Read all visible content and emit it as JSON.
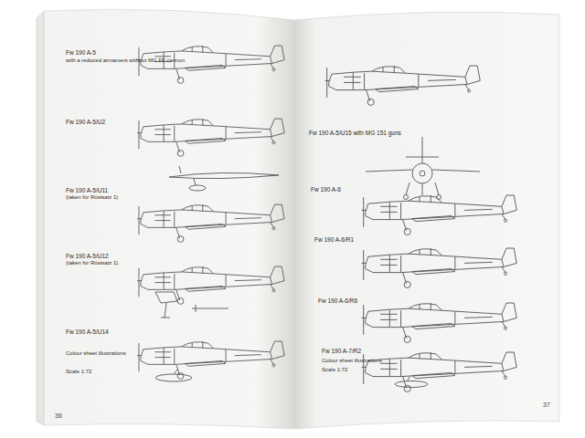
{
  "diagram": {
    "labels": [
      "Fw 190 A-5",
      "with a reduced armament without MG FF cannon",
      "Fw 190 A-5/U2",
      "Fw 190 A-5/U11",
      "(taken for Rüstsatz 1)",
      "Fw 190 A-5/U12",
      "(taken for Rüstsatz 1)",
      "Fw 190 A-5/U14",
      "Colour sheet illustrations",
      "Scale 1:72",
      "36",
      "Fw 190 A-5/U15 with MG 151 guns",
      "Fw 190 A-6",
      "Fw 190 A-6/R1",
      "Fw 190 A-6/R6",
      "Fw 190 A-7/R2",
      "Colour sheet illustrations",
      "Scale 1:72",
      "37"
    ]
  }
}
